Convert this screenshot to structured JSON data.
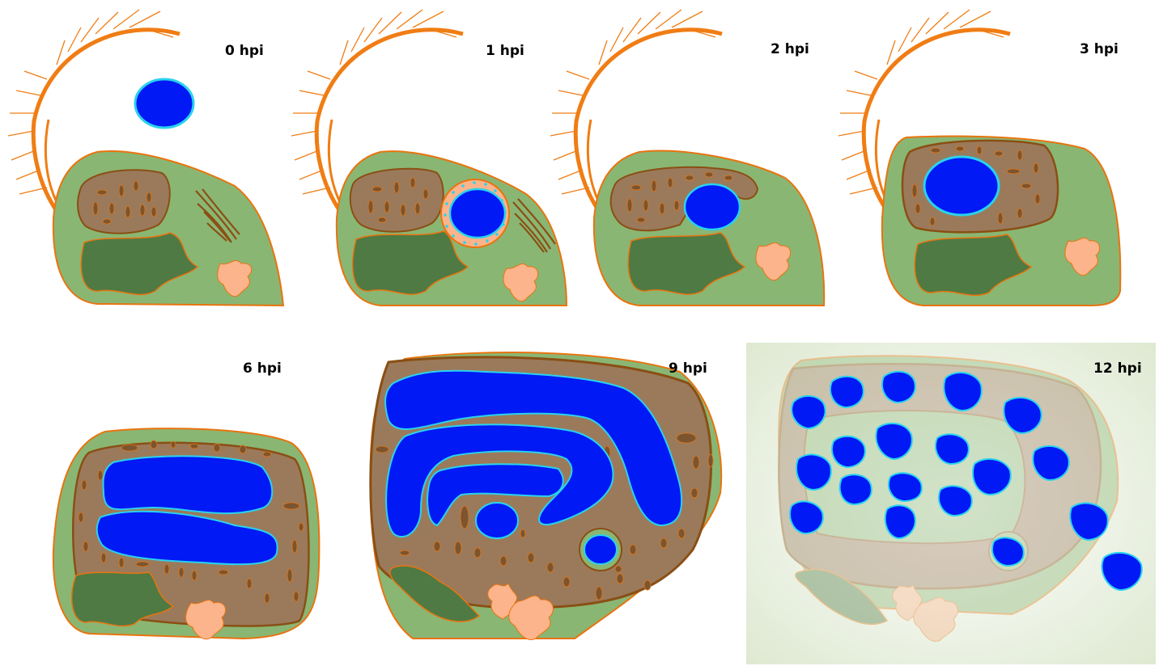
{
  "panels": [
    {
      "label": "0 hpi",
      "stage": "attached-spore"
    },
    {
      "label": "1 hpi",
      "stage": "internalized-vacuole"
    },
    {
      "label": "2 hpi",
      "stage": "fusion-with-organelle"
    },
    {
      "label": "3 hpi",
      "stage": "enclosed-in-organelle"
    },
    {
      "label": "6 hpi",
      "stage": "expanded-meronts"
    },
    {
      "label": "9 hpi",
      "stage": "network-expansion"
    },
    {
      "label": "12 hpi",
      "stage": "release"
    }
  ],
  "colors": {
    "cytoplasm": "#8ab673",
    "outline": "#e8740f",
    "nucleus": "#4f7a43",
    "organelle": "#9b7a5b",
    "organelle_rim": "#8a4f14",
    "parasite": "#0019f5",
    "parasite_rim": "#2ad2ee",
    "vesicle": "#fbb48b",
    "flagellum": "#f07d14",
    "fade_background": "#e4edd9"
  },
  "icons": [
    "spore-icon",
    "flagellum-icon",
    "golgi-icon",
    "vesicle-icon"
  ]
}
